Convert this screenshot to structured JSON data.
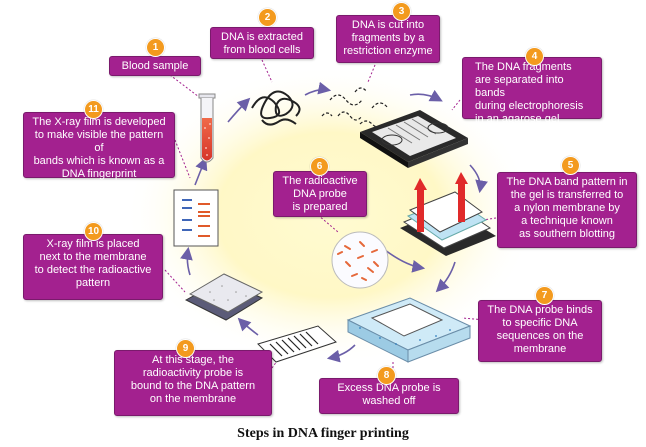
{
  "caption": "Steps in DNA finger printing",
  "colors": {
    "box": "#a3218f",
    "badge": "#f39a1e",
    "arrow": "#6b5fa8",
    "glow": "#fff7a8"
  },
  "steps": [
    {
      "num": "1",
      "text": "Blood sample"
    },
    {
      "num": "2",
      "text": "DNA is extracted\nfrom blood cells"
    },
    {
      "num": "3",
      "text": "DNA is cut into\nfragments by a\nrestriction enzyme"
    },
    {
      "num": "4",
      "text": "The DNA fragments\nare separated into bands\nduring electrophoresis\nin an agarose gel"
    },
    {
      "num": "5",
      "text": "The DNA band pattern in\nthe gel is transferred to\na nylon membrane by\na technique known\nas southern blotting"
    },
    {
      "num": "6",
      "text": "The radioactive\nDNA probe\nis prepared"
    },
    {
      "num": "7",
      "text": "The DNA probe binds\nto specific DNA\nsequences on the\nmembrane"
    },
    {
      "num": "8",
      "text": "Excess DNA probe is\nwashed off"
    },
    {
      "num": "9",
      "text": "At this stage, the\nradioactivity probe is\nbound to the DNA pattern\non the membrane"
    },
    {
      "num": "10",
      "text": "X-ray film is placed\nnext to the membrane\nto detect the radioactive\npattern"
    },
    {
      "num": "11",
      "text": "The X-ray film is developed\nto make visible the pattern of\nbands which is known as a\nDNA fingerprint"
    }
  ]
}
